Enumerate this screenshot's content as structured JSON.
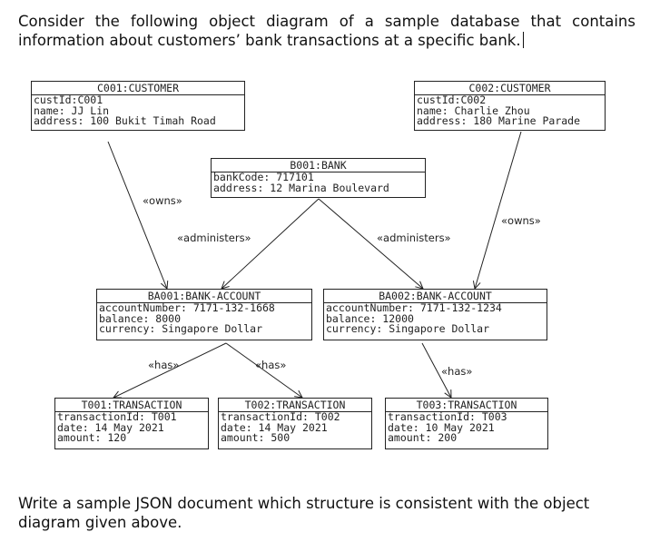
{
  "intro_text": "Consider the following object diagram of a sample database that contains information about customers’ bank transactions at a specific bank.",
  "outro_text": "Write a sample JSON document which structure is consistent with the object diagram given above.",
  "objects": {
    "c001": {
      "title": "C001:CUSTOMER",
      "attributes": [
        "custId:C001",
        "name: JJ Lin",
        "address: 100 Bukit Timah Road"
      ]
    },
    "c002": {
      "title": "C002:CUSTOMER",
      "attributes": [
        "custId:C002",
        "name: Charlie Zhou",
        "address: 180 Marine Parade"
      ]
    },
    "b001": {
      "title": "B001:BANK",
      "attributes": [
        "bankCode: 717101",
        "address: 12 Marina Boulevard"
      ]
    },
    "ba001": {
      "title": "BA001:BANK-ACCOUNT",
      "attributes": [
        "accountNumber: 7171-132-1668",
        "balance: 8000",
        "currency: Singapore Dollar"
      ]
    },
    "ba002": {
      "title": "BA002:BANK-ACCOUNT",
      "attributes": [
        "accountNumber: 7171-132-1234",
        "balance: 12000",
        "currency: Singapore Dollar"
      ]
    },
    "t001": {
      "title": "T001:TRANSACTION",
      "attributes": [
        "transactionId: T001",
        "date: 14 May 2021",
        "amount: 120"
      ]
    },
    "t002": {
      "title": "T002:TRANSACTION",
      "attributes": [
        "transactionId: T002",
        "date: 14 May 2021",
        "amount: 500"
      ]
    },
    "t003": {
      "title": "T003:TRANSACTION",
      "attributes": [
        "transactionId: T003",
        "date: 10 May 2021",
        "amount: 200"
      ]
    }
  },
  "links": [
    {
      "from": "C001",
      "to": "BA001",
      "label": "«owns»"
    },
    {
      "from": "C002",
      "to": "BA002",
      "label": "«owns»"
    },
    {
      "from": "B001",
      "to": "BA001",
      "label": "«administers»"
    },
    {
      "from": "B001",
      "to": "BA002",
      "label": "«administers»"
    },
    {
      "from": "BA001",
      "to": "T001",
      "label": "«has»"
    },
    {
      "from": "BA001",
      "to": "T002",
      "label": "«has»"
    },
    {
      "from": "BA002",
      "to": "T003",
      "label": "«has»"
    }
  ]
}
